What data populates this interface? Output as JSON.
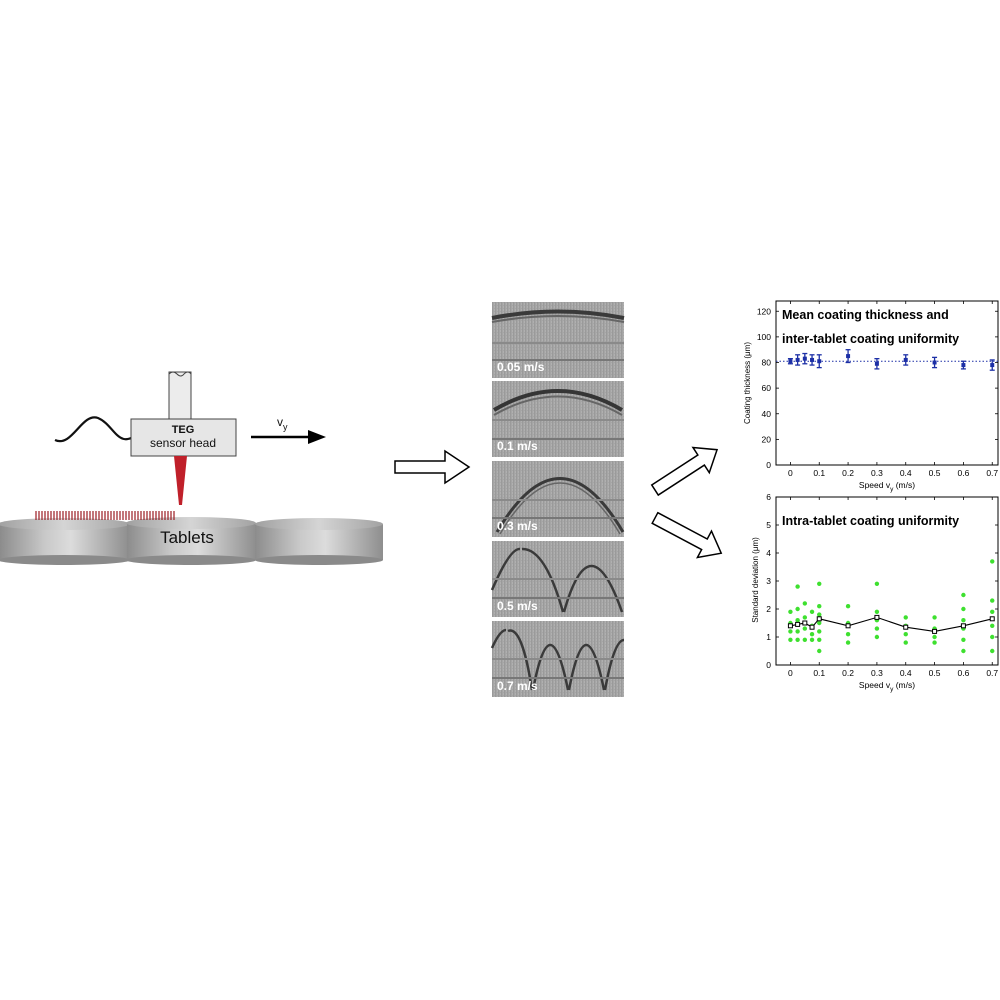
{
  "setup": {
    "sensor_title": "TEG",
    "sensor_subtitle": "sensor head",
    "velocity_label": "v",
    "velocity_subscript": "y",
    "tablets_label": "Tablets"
  },
  "scans": [
    {
      "label": "0.05 m/s"
    },
    {
      "label": "0.1 m/s"
    },
    {
      "label": "0.3 m/s"
    },
    {
      "label": "0.5 m/s"
    },
    {
      "label": "0.7 m/s"
    }
  ],
  "chart_data": [
    {
      "type": "scatter",
      "title_line1": "Mean coating thickness and",
      "title_line2": "inter-tablet coating uniformity",
      "ylabel": "Coating thickness (μm)",
      "xlabel": "Speed v",
      "xlabel_sub": "y",
      "xlabel_unit": " (m/s)",
      "xlim": [
        -0.05,
        0.72
      ],
      "ylim": [
        0,
        128
      ],
      "xticks": [
        "0",
        "0.1",
        "0.2",
        "0.3",
        "0.4",
        "0.5",
        "0.6",
        "0.7"
      ],
      "yticks": [
        "0",
        "20",
        "40",
        "60",
        "80",
        "100",
        "120"
      ],
      "x": [
        0,
        0.025,
        0.05,
        0.075,
        0.1,
        0.2,
        0.3,
        0.4,
        0.5,
        0.6,
        0.7
      ],
      "mean": [
        81,
        82,
        83,
        82,
        81,
        85,
        79,
        82,
        80,
        78,
        78
      ],
      "err": [
        2,
        4,
        4,
        4,
        5,
        5,
        4,
        4,
        4,
        3,
        4
      ],
      "reference_line": 81,
      "color": "#1c2fa6"
    },
    {
      "type": "scatter",
      "title": "Intra-tablet coating uniformity",
      "ylabel": "Standard deviation (μm)",
      "xlabel": "Speed v",
      "xlabel_sub": "y",
      "xlabel_unit": " (m/s)",
      "xlim": [
        -0.05,
        0.72
      ],
      "ylim": [
        0,
        6
      ],
      "xticks": [
        "0",
        "0.1",
        "0.2",
        "0.3",
        "0.4",
        "0.5",
        "0.6",
        "0.7"
      ],
      "yticks": [
        "0",
        "1",
        "2",
        "3",
        "4",
        "5",
        "6"
      ],
      "points": [
        {
          "x": 0,
          "y": 0.9
        },
        {
          "x": 0,
          "y": 1.2
        },
        {
          "x": 0,
          "y": 1.5
        },
        {
          "x": 0,
          "y": 1.9
        },
        {
          "x": 0.025,
          "y": 0.9
        },
        {
          "x": 0.025,
          "y": 1.2
        },
        {
          "x": 0.025,
          "y": 1.6
        },
        {
          "x": 0.025,
          "y": 2.0
        },
        {
          "x": 0.025,
          "y": 2.8
        },
        {
          "x": 0.05,
          "y": 0.9
        },
        {
          "x": 0.05,
          "y": 1.3
        },
        {
          "x": 0.05,
          "y": 1.7
        },
        {
          "x": 0.05,
          "y": 2.2
        },
        {
          "x": 0.075,
          "y": 0.9
        },
        {
          "x": 0.075,
          "y": 1.1
        },
        {
          "x": 0.075,
          "y": 1.4
        },
        {
          "x": 0.075,
          "y": 1.9
        },
        {
          "x": 0.1,
          "y": 0.5
        },
        {
          "x": 0.1,
          "y": 0.9
        },
        {
          "x": 0.1,
          "y": 1.2
        },
        {
          "x": 0.1,
          "y": 1.5
        },
        {
          "x": 0.1,
          "y": 1.8
        },
        {
          "x": 0.1,
          "y": 2.1
        },
        {
          "x": 0.1,
          "y": 2.9
        },
        {
          "x": 0.2,
          "y": 0.8
        },
        {
          "x": 0.2,
          "y": 1.1
        },
        {
          "x": 0.2,
          "y": 1.5
        },
        {
          "x": 0.2,
          "y": 2.1
        },
        {
          "x": 0.3,
          "y": 1.0
        },
        {
          "x": 0.3,
          "y": 1.3
        },
        {
          "x": 0.3,
          "y": 1.6
        },
        {
          "x": 0.3,
          "y": 1.9
        },
        {
          "x": 0.3,
          "y": 2.9
        },
        {
          "x": 0.4,
          "y": 0.8
        },
        {
          "x": 0.4,
          "y": 1.1
        },
        {
          "x": 0.4,
          "y": 1.4
        },
        {
          "x": 0.4,
          "y": 1.7
        },
        {
          "x": 0.5,
          "y": 0.8
        },
        {
          "x": 0.5,
          "y": 1.0
        },
        {
          "x": 0.5,
          "y": 1.3
        },
        {
          "x": 0.5,
          "y": 1.7
        },
        {
          "x": 0.6,
          "y": 0.5
        },
        {
          "x": 0.6,
          "y": 0.9
        },
        {
          "x": 0.6,
          "y": 1.3
        },
        {
          "x": 0.6,
          "y": 1.6
        },
        {
          "x": 0.6,
          "y": 2.0
        },
        {
          "x": 0.6,
          "y": 2.5
        },
        {
          "x": 0.7,
          "y": 0.5
        },
        {
          "x": 0.7,
          "y": 1.0
        },
        {
          "x": 0.7,
          "y": 1.4
        },
        {
          "x": 0.7,
          "y": 1.9
        },
        {
          "x": 0.7,
          "y": 2.3
        },
        {
          "x": 0.7,
          "y": 3.7
        }
      ],
      "mean_line": {
        "x": [
          0,
          0.025,
          0.05,
          0.075,
          0.1,
          0.2,
          0.3,
          0.4,
          0.5,
          0.6,
          0.7
        ],
        "y": [
          1.4,
          1.45,
          1.5,
          1.35,
          1.65,
          1.4,
          1.7,
          1.35,
          1.2,
          1.4,
          1.65
        ]
      },
      "point_color": "#3ee02f"
    }
  ]
}
